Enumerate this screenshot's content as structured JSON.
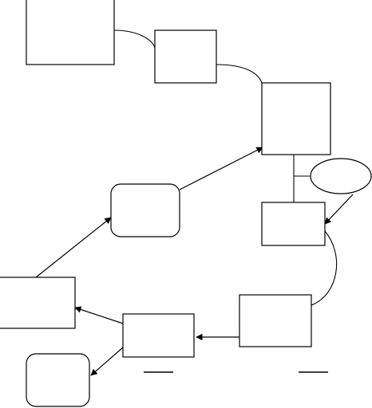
{
  "diagram": {
    "nodes": [
      {
        "id": "box-top-left",
        "shape": "rect",
        "label": ""
      },
      {
        "id": "box-top-middle",
        "shape": "rect",
        "label": ""
      },
      {
        "id": "box-right-tall",
        "shape": "rect",
        "label": ""
      },
      {
        "id": "ellipse-right",
        "shape": "ellipse",
        "label": ""
      },
      {
        "id": "box-right-middle",
        "shape": "rect",
        "label": ""
      },
      {
        "id": "rounded-box-center",
        "shape": "rounded-rect",
        "label": ""
      },
      {
        "id": "box-left-middle",
        "shape": "rect",
        "label": ""
      },
      {
        "id": "box-bottom-right",
        "shape": "rect",
        "label": ""
      },
      {
        "id": "box-bottom-middle",
        "shape": "rect",
        "label": ""
      },
      {
        "id": "rounded-box-bottom-left",
        "shape": "rounded-rect",
        "label": ""
      }
    ],
    "edges": [
      {
        "from": "box-top-left",
        "to": "box-top-middle",
        "style": "curve",
        "arrow": false
      },
      {
        "from": "box-top-middle",
        "to": "box-right-tall",
        "style": "curve",
        "arrow": false
      },
      {
        "from": "rounded-box-center",
        "to": "box-right-tall",
        "style": "straight",
        "arrow": true
      },
      {
        "from": "box-right-tall",
        "to": "box-right-middle",
        "style": "straight",
        "arrow": false
      },
      {
        "from": "ellipse-right",
        "to": "box-right-middle",
        "style": "straight",
        "arrow": true
      },
      {
        "from": "box-right-middle",
        "to": "box-bottom-right",
        "style": "curve",
        "arrow": false
      },
      {
        "from": "box-bottom-right",
        "to": "box-bottom-middle",
        "style": "straight",
        "arrow": true
      },
      {
        "from": "box-bottom-middle",
        "to": "box-left-middle",
        "style": "straight",
        "arrow": true
      },
      {
        "from": "box-left-middle",
        "to": "rounded-box-center",
        "style": "straight",
        "arrow": true
      },
      {
        "from": "box-bottom-middle",
        "to": "rounded-box-bottom-left",
        "style": "straight",
        "arrow": true
      }
    ],
    "decorations": [
      "underline-rule",
      "underline-rule"
    ],
    "colors": {
      "stroke": "#000000",
      "background": "#ffffff"
    }
  }
}
